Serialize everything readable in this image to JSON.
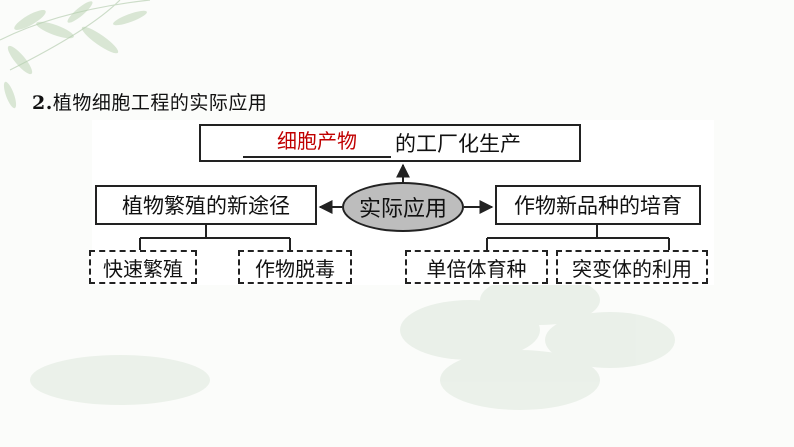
{
  "heading": {
    "number": "2.",
    "text": "植物细胞工程的实际应用"
  },
  "diagram": {
    "center": "实际应用",
    "top": {
      "blank_answer": "细胞产物",
      "suffix": "的工厂化生产"
    },
    "left": {
      "label": "植物繁殖的新途径",
      "children": [
        "快速繁殖",
        "作物脱毒"
      ]
    },
    "right": {
      "label": "作物新品种的培育",
      "children": [
        "单倍体育种",
        "突变体的利用"
      ]
    }
  },
  "colors": {
    "answer": "#c00000",
    "ellipse_fill": "#bdbdbd",
    "stroke": "#222222"
  }
}
